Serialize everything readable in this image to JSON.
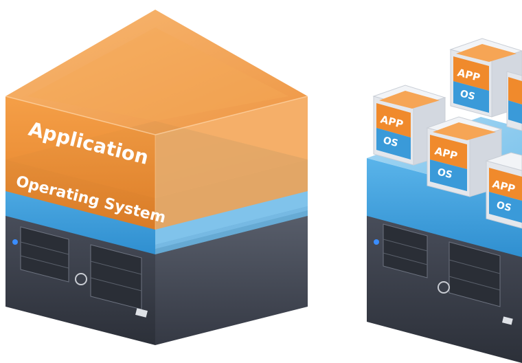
{
  "left_stack": {
    "application_label": "Application",
    "os_label": "Operating System"
  },
  "right_stack": {
    "vm_app_label": "APP",
    "vm_os_label": "OS"
  },
  "colors": {
    "orange": "#f08a2c",
    "blue": "#3a9ad9",
    "server": "#3d4250"
  }
}
